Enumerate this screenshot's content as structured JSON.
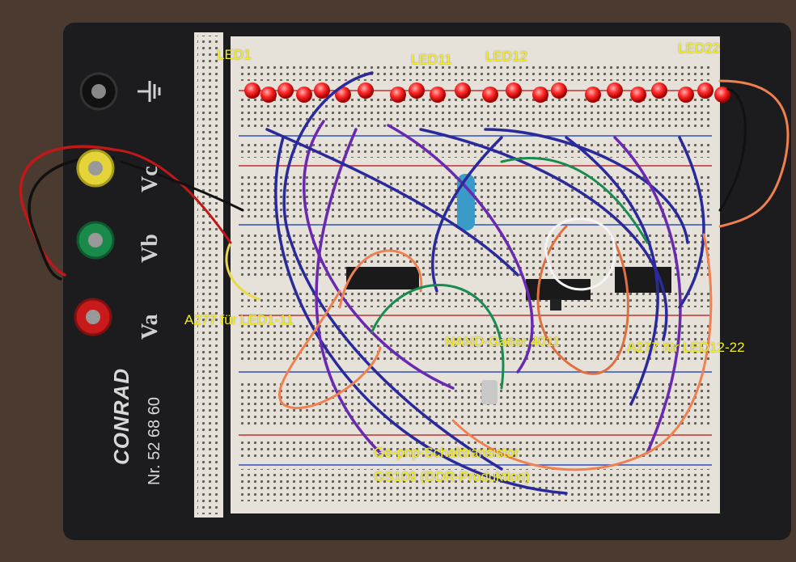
{
  "labels": {
    "led1": "LED1",
    "led11": "LED11",
    "led12": "LED12",
    "led22": "LED22",
    "a277_left": "A277 für LED1-11",
    "nand": "NAND-Gatter 4011",
    "a277_right": "A277 für LED12-22",
    "transistor_line1": "Ge-pnp-Schalttransistor",
    "transistor_line2": "GS109 (DDR-Produktion)"
  },
  "board": {
    "brand": "CONRAD",
    "part_number": "Nr. 52 68 60",
    "terminal_va": "Va",
    "terminal_vb": "Vb",
    "terminal_vc": "Vc"
  },
  "colors": {
    "board": "#1c1c1e",
    "breadboard": "#e6e2da",
    "label": "#f5ef1a",
    "led": "#ff2a2a",
    "wire_blue": "#2a2a9a",
    "wire_purple": "#6a2ab0",
    "wire_orange": "#f08050",
    "wire_green": "#1a8a50",
    "wire_white": "#f4f4f4"
  },
  "icons": {
    "ground": "ground-icon"
  }
}
